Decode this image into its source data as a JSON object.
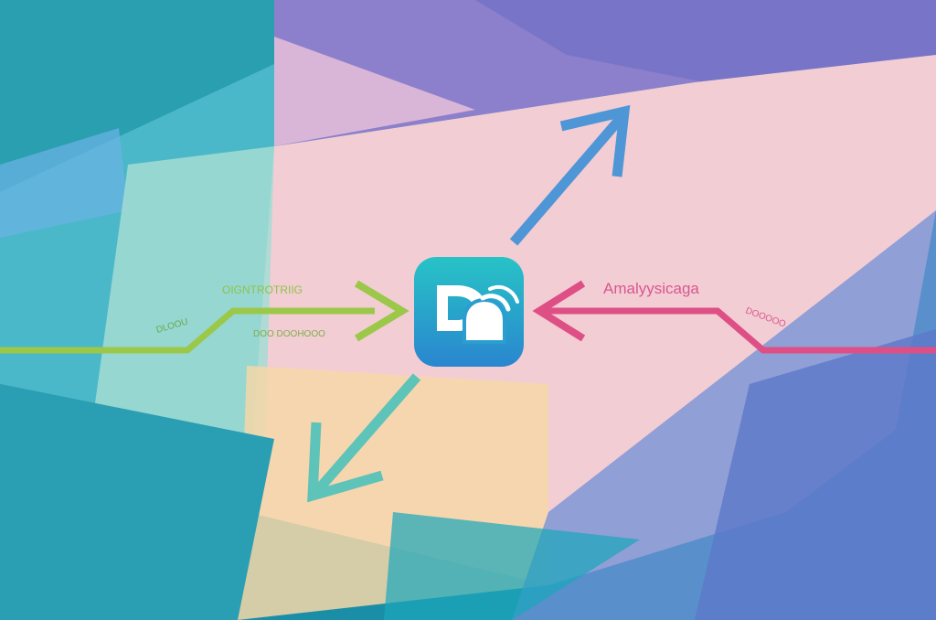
{
  "diagram": {
    "center_icon": {
      "name": "app-logo-icon",
      "gradient_top": "#27c3c6",
      "gradient_bottom": "#2a86cf",
      "glyph_color": "#ffffff"
    },
    "labels": {
      "left_top": "OIGNTROTRIIG",
      "left_mid": "DLOOU",
      "left_bottom": "DOO DOOHOOO",
      "right_top": "Amalyysicaga",
      "right_small": "DOOOOO"
    },
    "colors": {
      "input_arrow": "#9cc84a",
      "output_arrow": "#de4f86",
      "up_arrow": "#4f96d6",
      "down_arrow": "#5ec3b8"
    }
  }
}
